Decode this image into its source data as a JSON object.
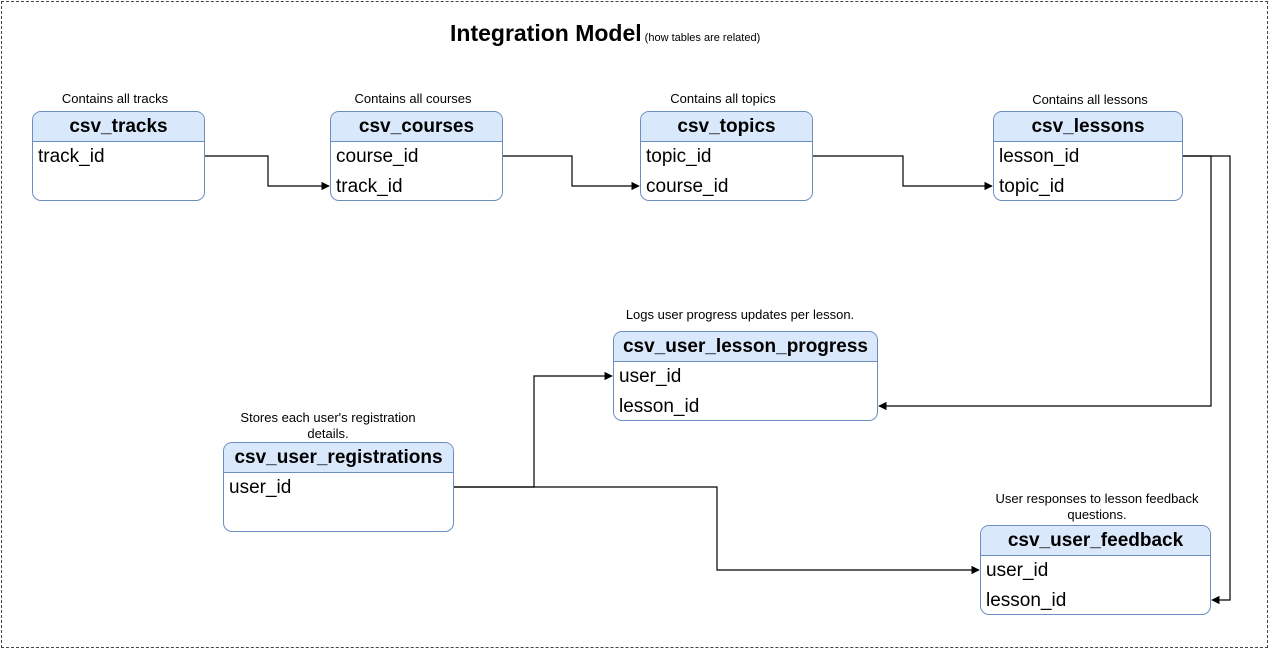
{
  "title": "Integration Model",
  "subtitle": "(how tables are related)",
  "notes": {
    "tracks": "Contains all tracks",
    "courses": "Contains all courses",
    "topics": "Contains all topics",
    "lessons": "Contains all lessons",
    "progress": "Logs user progress updates per lesson.",
    "registrations": "Stores each user's registration details.",
    "feedback": "User responses to lesson feedback questions."
  },
  "tables": {
    "tracks": {
      "name": "csv_tracks",
      "fields": [
        "track_id"
      ]
    },
    "courses": {
      "name": "csv_courses",
      "fields": [
        "course_id",
        "track_id"
      ]
    },
    "topics": {
      "name": "csv_topics",
      "fields": [
        "topic_id",
        "course_id"
      ]
    },
    "lessons": {
      "name": "csv_lessons",
      "fields": [
        "lesson_id",
        "topic_id"
      ]
    },
    "progress": {
      "name": "csv_user_lesson_progress",
      "fields": [
        "user_id",
        "lesson_id"
      ]
    },
    "registrations": {
      "name": "csv_user_registrations",
      "fields": [
        "user_id"
      ]
    },
    "feedback": {
      "name": "csv_user_feedback",
      "fields": [
        "user_id",
        "lesson_id"
      ]
    }
  },
  "colors": {
    "header_fill": "#dae8fc",
    "border": "#6c8ebf",
    "edge": "#000000"
  }
}
